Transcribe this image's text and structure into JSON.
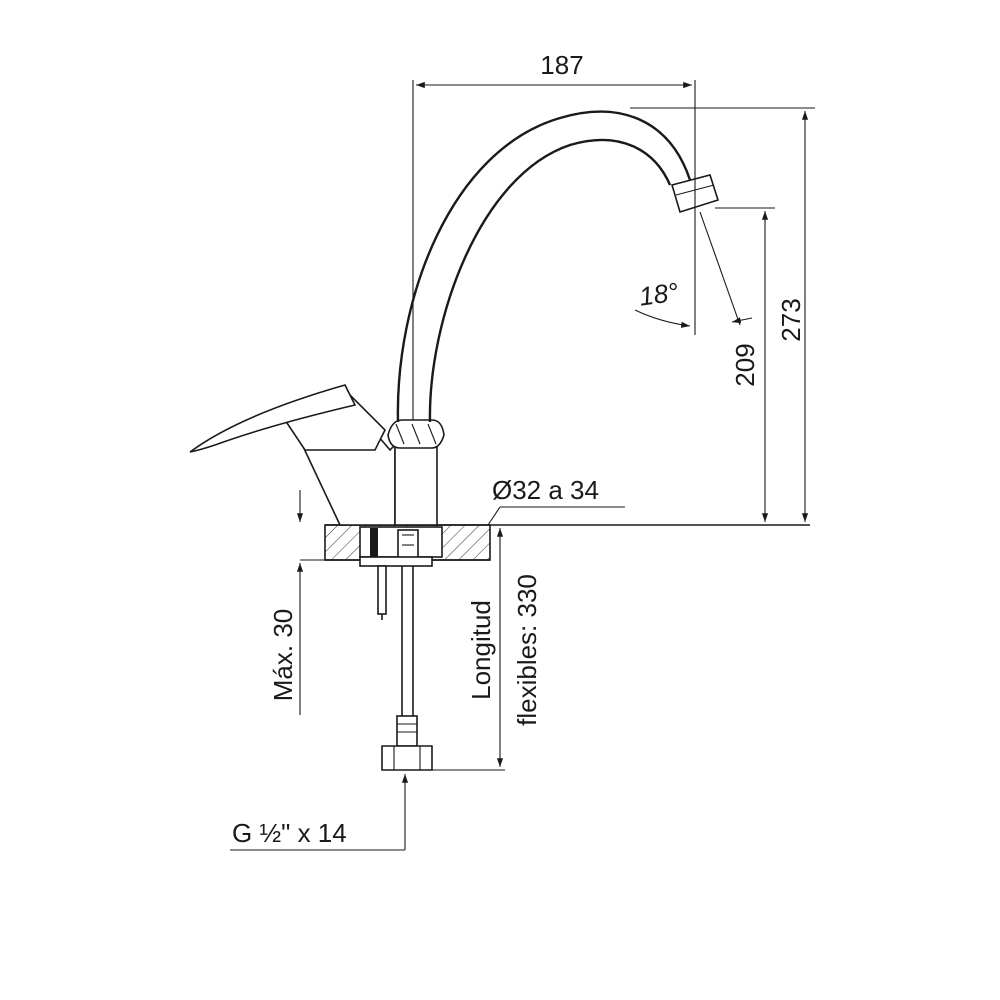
{
  "diagram": {
    "dimensions": {
      "spout_reach": "187",
      "total_height": "273",
      "spout_height": "209",
      "spout_angle": "18°",
      "hole_diameter": "Ø32 a 34",
      "max_thickness": "Máx. 30",
      "hose_length_line1": "Longitud",
      "hose_length_line2": "flexibles: 330",
      "connection_thread": "G ½\" x 14"
    }
  }
}
